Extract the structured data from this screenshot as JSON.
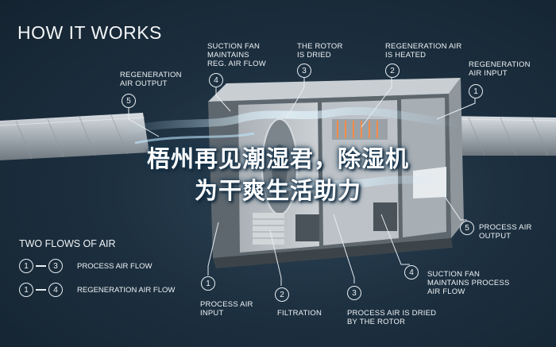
{
  "heading": "HOW IT WORKS",
  "legend": {
    "title": "TWO FLOWS OF AIR",
    "rows": [
      {
        "from": "1",
        "to": "3",
        "label": "PROCESS AIR FLOW"
      },
      {
        "from": "1",
        "to": "4",
        "label": "REGENERATION AIR FLOW"
      }
    ]
  },
  "callouts": {
    "regen_output": {
      "num": "5",
      "text": "REGENERATION\nAIR OUTPUT"
    },
    "suction_regen": {
      "num": "4",
      "text": "SUCTION FAN\nMAINTAINS\nREG. AIR FLOW"
    },
    "rotor_dried": {
      "num": "3",
      "text": "THE ROTOR\nIS DRIED"
    },
    "regen_heated": {
      "num": "2",
      "text": "REGENERATION AIR\nIS HEATED"
    },
    "regen_input": {
      "num": "1",
      "text": "REGENERATION\nAIR INPUT"
    },
    "process_output": {
      "num": "5",
      "text": "PROCESS AIR\nOUTPUT"
    },
    "suction_process": {
      "num": "4",
      "text": "SUCTION FAN\nMAINTAINS PROCESS\nAIR FLOW"
    },
    "process_dried": {
      "num": "3",
      "text": "PROCESS AIR IS DRIED\nBY THE ROTOR"
    },
    "filtration": {
      "num": "2",
      "text": "FILTRATION"
    },
    "process_input": {
      "num": "1",
      "text": "PROCESS AIR\nINPUT"
    }
  },
  "overlay": {
    "line1": "梧州再见潮湿君，除湿机",
    "line2": "为干爽生活助力"
  },
  "colors": {
    "background": "#1d3040",
    "airflow": "#bfe6ff",
    "heater": "#ff8a3d"
  }
}
